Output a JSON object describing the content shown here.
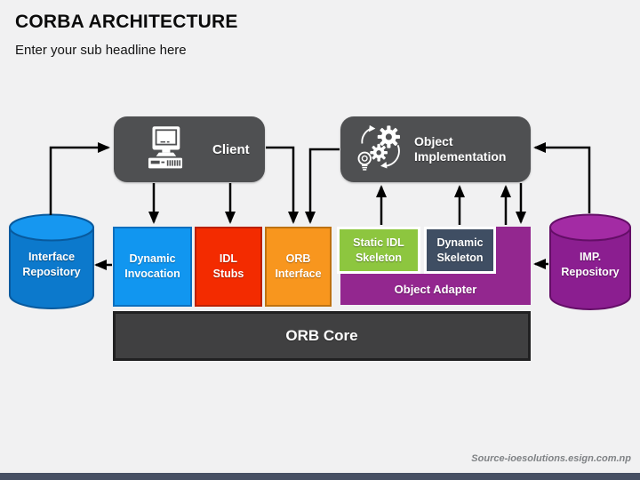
{
  "slide": {
    "title": "CORBA ARCHITECTURE",
    "subtitle": "Enter your sub headline here",
    "source": "Source-ioesolutions.esign.com.np"
  },
  "diagram": {
    "nodes": {
      "client": {
        "label": "Client",
        "icon": "desktop-computer-icon"
      },
      "object_implementation": {
        "line1": "Object",
        "line2": "Implementation",
        "icon": "gears-lightbulb-icon"
      },
      "interface_repository": {
        "line1": "Interface",
        "line2": "Repository",
        "shape": "cylinder"
      },
      "imp_repository": {
        "line1": "IMP.",
        "line2": "Repository",
        "shape": "cylinder"
      },
      "dynamic_invocation": {
        "line1": "Dynamic",
        "line2": "Invocation"
      },
      "idl_stubs": {
        "line1": "IDL",
        "line2": "Stubs"
      },
      "orb_interface": {
        "line1": "ORB",
        "line2": "Interface"
      },
      "static_idl_skeleton": {
        "line1": "Static IDL",
        "line2": "Skeleton"
      },
      "dynamic_skeleton": {
        "line1": "Dynamic",
        "line2": "Skeleton"
      },
      "object_adapter": {
        "label": "Object Adapter"
      },
      "orb_core": {
        "label": "ORB Core"
      }
    },
    "colors": {
      "node_gray": "#4F5052",
      "orb_core": "#404041",
      "dynamic_invocation": "#1196F0",
      "idl_stubs": "#F32B00",
      "orb_interface": "#F8961E",
      "static_idl_skeleton": "#8DC63F",
      "dynamic_skeleton": "#3F4E63",
      "object_adapter": "#93278F",
      "interface_repository_body": "#0C79CC",
      "interface_repository_top": "#1697F0",
      "imp_repository_body": "#8B1E90",
      "imp_repository_top": "#A32BA4",
      "footer_bar": "#475064",
      "arrow": "#000000",
      "background": "#f1f1f2"
    },
    "connections": [
      "interface_repository -> client",
      "client -> dynamic_invocation",
      "client -> idl_stubs",
      "client -> orb_interface",
      "object_implementation -> orb_interface",
      "static_idl_skeleton -> object_implementation",
      "dynamic_skeleton -> object_implementation",
      "object_adapter -> object_implementation",
      "object_implementation -> object_adapter",
      "imp_repository -> object_implementation",
      "dynamic_invocation -> interface_repository",
      "imp_repository -> object_adapter"
    ]
  }
}
